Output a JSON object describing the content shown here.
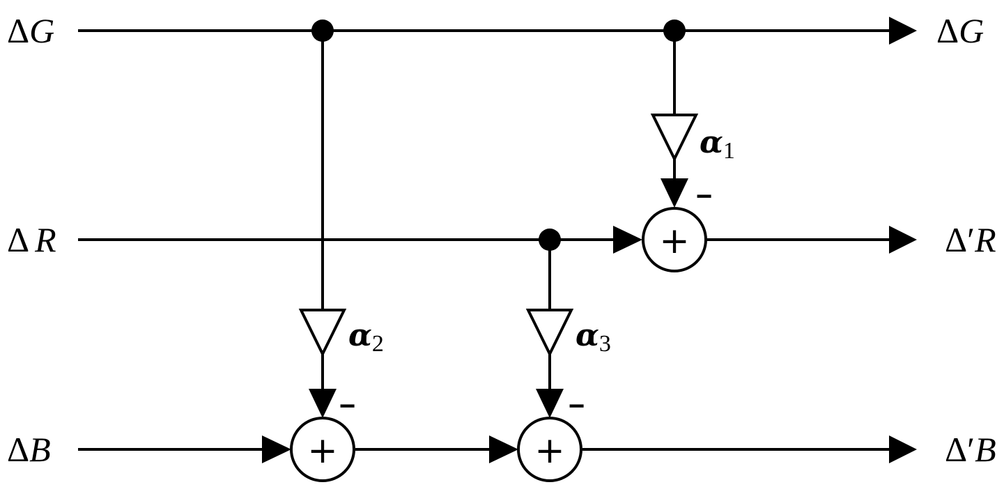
{
  "inputs": {
    "g": {
      "delta": "Δ",
      "var": "G"
    },
    "r": {
      "delta": "Δ",
      "var": "R"
    },
    "b": {
      "delta": "Δ",
      "var": "B"
    }
  },
  "outputs": {
    "g": {
      "delta": "Δ",
      "var": "G"
    },
    "r": {
      "delta": "Δ′",
      "var": "R"
    },
    "b": {
      "delta": "Δ′",
      "var": "B"
    }
  },
  "gains": {
    "a1": {
      "symbol": "α",
      "sub": "1"
    },
    "a2": {
      "symbol": "α",
      "sub": "2"
    },
    "a3": {
      "symbol": "α",
      "sub": "3"
    }
  },
  "signs": {
    "minus": "−",
    "plus": "+"
  }
}
